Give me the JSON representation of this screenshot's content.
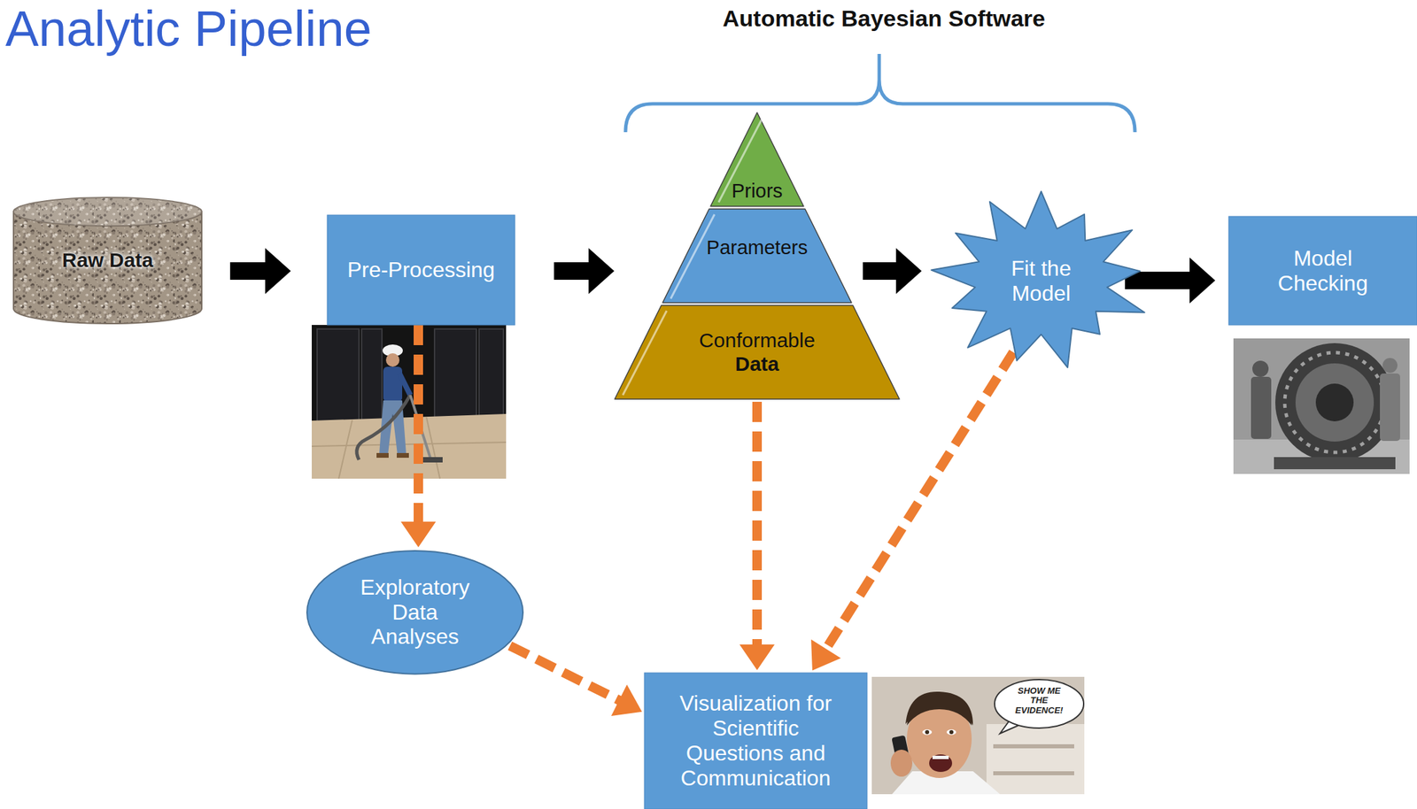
{
  "diagram": {
    "title": "Analytic Pipeline",
    "nodes": [
      {
        "text": [
          "Raw Data"
        ]
      },
      {
        "text": [
          "Pre-Processing"
        ]
      },
      {
        "text": [
          "Priors"
        ]
      },
      {
        "text": [
          "Parameters"
        ]
      },
      {
        "text": [
          "Conformable",
          "Data"
        ]
      },
      {
        "text": [
          "Fit the Model"
        ]
      },
      {
        "text": [
          "Model Checking"
        ]
      },
      {
        "text": [
          "Exploratory Data Analyses"
        ]
      },
      {
        "text": [
          "Visualization for Scientific Questions and Communication"
        ]
      }
    ],
    "edges": [
      {
        "from": 0,
        "to": 1,
        "arrow": "to"
      },
      {
        "from": 1,
        "to": 3,
        "arrow": "to"
      },
      {
        "from": 3,
        "to": 5,
        "arrow": "to"
      },
      {
        "from": 5,
        "to": 6,
        "arrow": "to"
      },
      {
        "from": 1,
        "to": 7,
        "arrow": "to"
      },
      {
        "from": 7,
        "to": 8,
        "arrow": "to"
      },
      {
        "from": 4,
        "to": 8,
        "arrow": "to"
      },
      {
        "from": 5,
        "to": 8,
        "arrow": "to"
      }
    ],
    "labels": [
      "Automatic Bayesian Software",
      "SHOW ME THE EVIDENCE!"
    ]
  }
}
